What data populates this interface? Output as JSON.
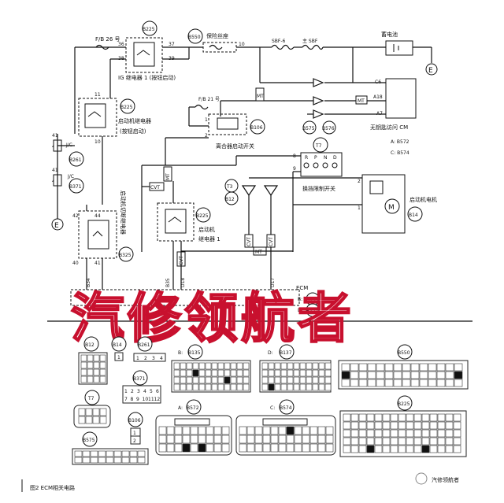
{
  "diagram": {
    "relays": {
      "ig_relay_code": "B225",
      "ig_relay_label": "IG 继电器 1 (按钮启动)",
      "starter_relay_code": "B225",
      "starter_relay_label_1": "启动机继电器",
      "starter_relay_label_2": "(按钮启动)",
      "clutch_switch_label": "离合器启动开关",
      "clutch_switch_code": "B106",
      "cutoff_relay_label": "启动机切断继电器",
      "cutoff_relay_code": "B325",
      "starter_relay2_code": "B225",
      "starter_relay2_label_1": "启动机",
      "starter_relay2_label_2": "继电器 1"
    },
    "fuses": {
      "f1": "F/B 26 号",
      "f2": "F/B 21 号",
      "fuse_block_code": "B550",
      "fuse_block_label": "保险丝座",
      "sbf1": "SBF-6",
      "sbf2": "主 SBF"
    },
    "battery_label": "蓄电池",
    "keyless_cm_label": "无钥匙访问 CM",
    "keyless_codes": [
      "A: B572",
      "C: B574"
    ],
    "starter_motor_label": "启动机电机",
    "starter_motor_code": "B14",
    "shift_switch_label": "换挡限制开关",
    "shift_switch_code": "T7",
    "shift_positions": [
      "R",
      "P",
      "N",
      "D"
    ],
    "codes": {
      "b261": "B261",
      "b371": "B371",
      "b575": "B575",
      "b576": "B576",
      "t3": "T3",
      "b12": "B12",
      "ecm_b135": "B135",
      "ecm_b137": "B137"
    },
    "jc": [
      "J/C",
      "J/C"
    ],
    "ecm_label": "ECM",
    "ecm_prefix_b": "B:",
    "ecm_prefix_d": "D:",
    "tags": [
      "MT",
      "MT",
      "CVT",
      "CVT",
      "CVT",
      "MT",
      "CVT",
      "MT"
    ],
    "pins": {
      "ig_left": [
        "36",
        "38"
      ],
      "ig_right": [
        "37",
        "39"
      ],
      "fuse_pin": "10",
      "cm_pins": [
        "C6",
        "A18",
        "A7"
      ],
      "relay_pins": [
        "11",
        "10"
      ],
      "cutoff_pins": [
        "42",
        "44",
        "40",
        "41"
      ],
      "ecm_pins": [
        "B34",
        "B35",
        "D18",
        "D17"
      ],
      "switch_pins": [
        "1",
        "2"
      ],
      "shift_pins": [
        "8",
        "9"
      ],
      "motor_pins": [
        "2",
        "1"
      ],
      "jc_pins": [
        "41",
        "42",
        "41",
        "42"
      ]
    },
    "watermark": "汽修领航者"
  },
  "connectors": {
    "heading_b": "B:",
    "heading_d": "D:",
    "a_prefix": "A:",
    "c_prefix": "C:",
    "labels": [
      "B12",
      "B14",
      "B261",
      "B135",
      "B137",
      "B550",
      "B371",
      "T7",
      "B572",
      "B574",
      "B225",
      "B106",
      "B575"
    ],
    "b261_row": [
      "1",
      "2",
      "3",
      "4"
    ],
    "b371_row1": [
      "1",
      "2",
      "3",
      "4",
      "5",
      "6"
    ],
    "b371_row2": [
      "7",
      "8",
      "9",
      "10",
      "11",
      "12"
    ],
    "b106_pins": [
      "1",
      "2"
    ],
    "b14_pin": "1"
  },
  "footer": {
    "caption": "图2  ECM相关电路",
    "brand": "汽修领航者"
  },
  "colors": {
    "watermark": "#c8102e",
    "line": "#111111"
  }
}
